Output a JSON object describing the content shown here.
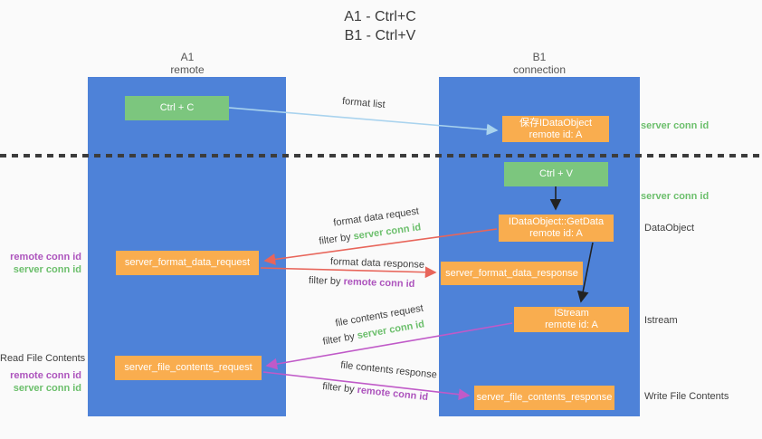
{
  "title": {
    "line1": "A1 - Ctrl+C",
    "line2": "B1 - Ctrl+V"
  },
  "columns": {
    "left": {
      "name": "A1",
      "role": "remote"
    },
    "right": {
      "name": "B1",
      "role": "connection"
    }
  },
  "boxes": {
    "ctrl_c": {
      "label": "Ctrl + C"
    },
    "ctrl_v": {
      "label": "Ctrl + V"
    },
    "save_idataobject": {
      "line1": "保存IDataObject",
      "line2": "remote id: A"
    },
    "getdata": {
      "line1": "IDataObject::GetData",
      "line2": "remote id: A"
    },
    "istream": {
      "line1": "IStream",
      "line2": "remote id: A"
    },
    "format_request": {
      "label": "server_format_data_request"
    },
    "format_response": {
      "label": "server_format_data_response"
    },
    "file_request": {
      "label": "server_file_contents_request"
    },
    "file_response": {
      "label": "server_file_contents_response"
    }
  },
  "arrow_labels": {
    "format_list": "format list",
    "format_data_request": "format data request",
    "format_data_response": "format data response",
    "file_contents_request": "file contents request",
    "file_contents_response": "file contents response",
    "filter_by": "filter by",
    "server_conn_id": "server conn id",
    "remote_conn_id": "remote conn id"
  },
  "side_labels": {
    "server_conn_id_top": "server conn id",
    "server_conn_id_mid": "server conn id",
    "dataobject": "DataObject",
    "istream": "Istream",
    "write_file_contents": "Write File Contents",
    "read_file_contents": "Read File Contents",
    "remote_conn_id_1": "remote conn id",
    "server_conn_id_1": "server conn id",
    "remote_conn_id_2": "remote conn id",
    "server_conn_id_2": "server conn id"
  },
  "colors": {
    "lane_blue": "#4e82d8",
    "box_green": "#7cc67e",
    "box_orange": "#f9ad4f",
    "text_green": "#6cbf6c",
    "text_purple": "#ad54bd",
    "arrow_red": "#e8655a",
    "arrow_magenta": "#c05ac8",
    "arrow_lightblue": "#a9d3ee",
    "arrow_black": "#222222"
  }
}
